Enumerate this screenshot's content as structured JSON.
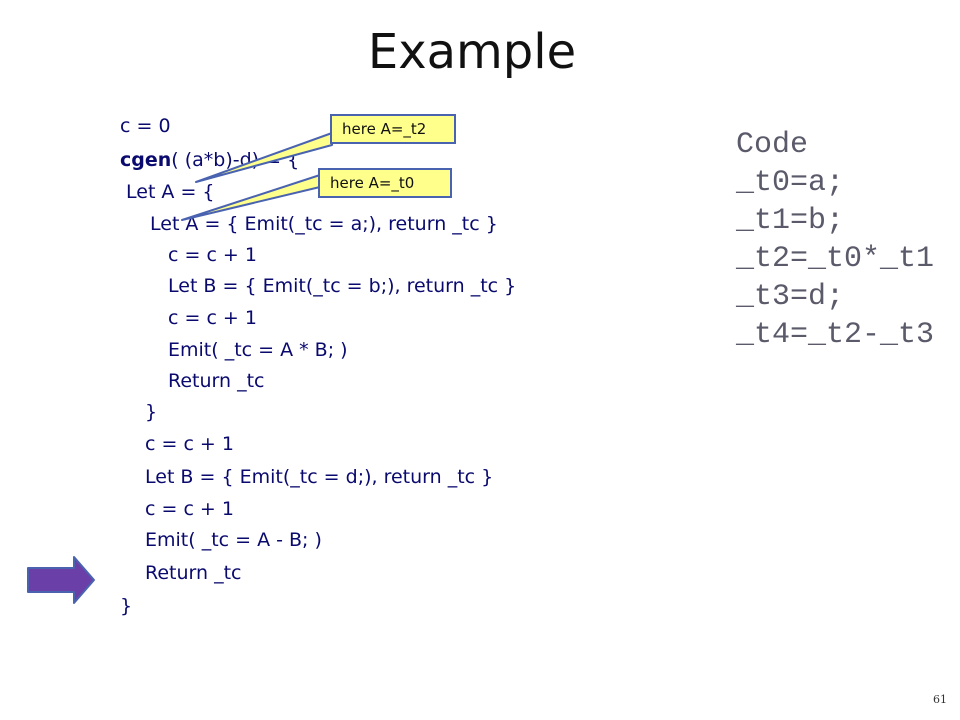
{
  "slide": {
    "title": "Example",
    "slide_number": "61"
  },
  "code": {
    "lines": [
      {
        "text": "c = 0"
      },
      {
        "prefix": "cgen",
        "text": "( (a*b)-d) = {"
      },
      {
        "text": "Let A = {"
      },
      {
        "text": "Let A = { Emit(_tc = a;), return _tc }"
      },
      {
        "text": "c = c + 1"
      },
      {
        "text": "Let B = { Emit(_tc = b;), return _tc }"
      },
      {
        "text": "c = c + 1"
      },
      {
        "text": "Emit( _tc = A * B; )"
      },
      {
        "text": "Return _tc"
      },
      {
        "text": "}"
      },
      {
        "text": "c = c + 1"
      },
      {
        "text": "Let B = { Emit(_tc = d;), return _tc }"
      },
      {
        "text": "c = c + 1"
      },
      {
        "text": "Emit( _tc = A - B; )"
      },
      {
        "text": "Return _tc"
      },
      {
        "text": "}"
      }
    ]
  },
  "callouts": {
    "top": "here A=_t2",
    "bottom": "here A=_t0",
    "border_color": "#4a63b0",
    "fill_color": "#ffff8c"
  },
  "generated_code": {
    "heading": "Code",
    "lines": [
      "_t0=a;",
      "_t1=b;",
      "_t2=_t0*_t1",
      "_t3=d;",
      "_t4=_t2-_t3"
    ]
  },
  "pointer": {
    "icon": "right-arrow-icon",
    "fill_color": "#6a3fa8",
    "border_color": "#4a63b0"
  }
}
